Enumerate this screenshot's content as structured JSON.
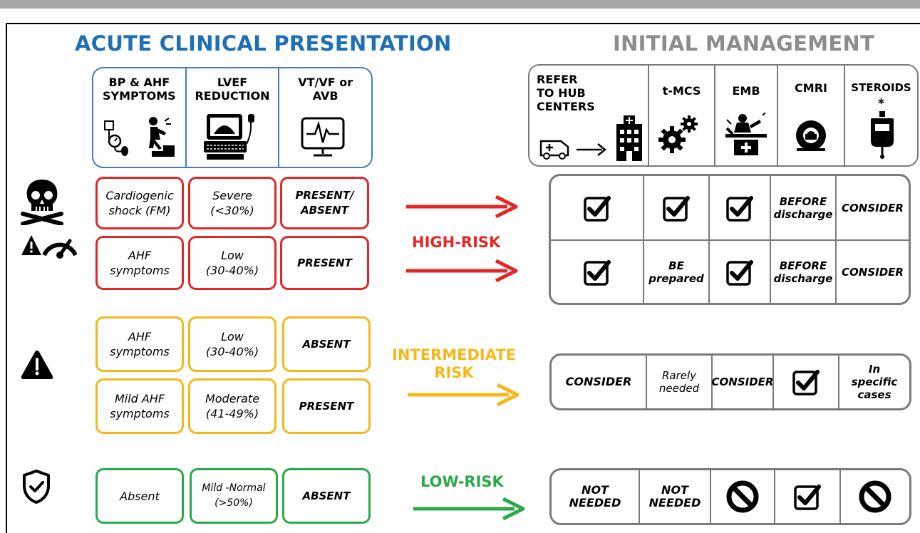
{
  "titles": {
    "left": "ACUTE CLINICAL PRESENTATION",
    "right": "INITIAL MANAGEMENT"
  },
  "left_header": {
    "col1": "BP & AHF\nSYMPTOMS",
    "col2": "LVEF\nREDUCTION",
    "col3": "VT/VF or\nAVB"
  },
  "right_header": {
    "col1": "REFER\nTO HUB\nCENTERS",
    "col2": "t-MCS",
    "col3": "EMB",
    "col4": "CMRI",
    "col5": "STEROIDS",
    "col5_mark": "*"
  },
  "rows": {
    "high1": [
      "Cardiogenic\nshock (FM)",
      "Severe\n(<30%)",
      "PRESENT/\nABSENT"
    ],
    "high2": [
      "AHF\nsymptoms",
      "Low\n(30-40%)",
      "PRESENT"
    ],
    "int1": [
      "AHF\nsymptoms",
      "Low\n(30-40%)",
      "ABSENT"
    ],
    "int2": [
      "Mild AHF\nsymptoms",
      "Moderate\n(41-49%)",
      "PRESENT"
    ],
    "low": [
      "Absent",
      "Mild -Normal\n(>50%)",
      "ABSENT"
    ]
  },
  "risks": {
    "high": "HIGH-RISK",
    "intermediate": "INTERMEDIATE\nRISK",
    "low": "LOW-RISK"
  },
  "management": {
    "high1": [
      "check",
      "check",
      "check",
      "BEFORE\ndischarge",
      "CONSIDER"
    ],
    "high2": [
      "check",
      "BE\nprepared",
      "check",
      "BEFORE\ndischarge",
      "CONSIDER"
    ],
    "intermediate": [
      "CONSIDER",
      "Rarely\nneeded",
      "CONSIDER",
      "check",
      "In\nspecific\ncases"
    ],
    "low": [
      "NOT\nNEEDED",
      "NOT\nNEEDED",
      "prohibit",
      "check",
      "prohibit"
    ]
  },
  "colors": {
    "blue": "#1f6fb5",
    "red": "#e32626",
    "yellow": "#f5b81a",
    "green": "#2aa84a",
    "gray": "#7a7a7a"
  },
  "icons": [
    "skull-crossbones-icon",
    "gauge-warning-icon",
    "warning-triangle-icon",
    "shield-check-icon",
    "blood-pressure-icon",
    "patient-climbing-icon",
    "ultrasound-machine-icon",
    "ecg-monitor-icon",
    "ambulance-icon",
    "hospital-building-icon",
    "gears-icon",
    "biopsy-bed-icon",
    "mri-scanner-icon",
    "iv-bag-icon",
    "checkbox-icon",
    "prohibit-icon"
  ]
}
